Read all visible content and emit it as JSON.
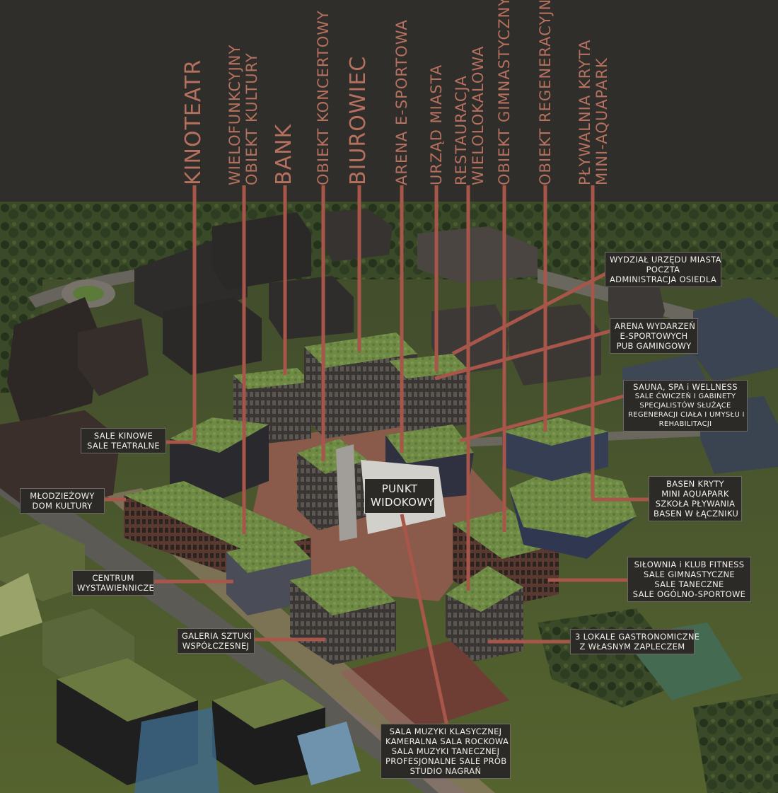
{
  "vertical_labels": [
    {
      "id": "kinoteatr",
      "lines": [
        "KINOTEATR"
      ],
      "size": "lg"
    },
    {
      "id": "wielofunkcyjny",
      "lines": [
        "WIELOFUNKCYJNY",
        "OBIEKT KULTURY"
      ],
      "size": "md"
    },
    {
      "id": "bank",
      "lines": [
        "BANK"
      ],
      "size": "lg"
    },
    {
      "id": "koncertowy",
      "lines": [
        "OBIEKT KONCERTOWY"
      ],
      "size": "md"
    },
    {
      "id": "biurowiec",
      "lines": [
        "BIUROWIEC"
      ],
      "size": "lg"
    },
    {
      "id": "esport",
      "lines": [
        "ARENA E-SPORTOWA"
      ],
      "size": "md"
    },
    {
      "id": "urzad",
      "lines": [
        "URZĄD MIASTA"
      ],
      "size": "md"
    },
    {
      "id": "restauracja",
      "lines": [
        "RESTAURACJA",
        "WIELOLOKALOWA"
      ],
      "size": "md"
    },
    {
      "id": "gimnastyczny",
      "lines": [
        "OBIEKT GIMNASTYCZNY"
      ],
      "size": "md"
    },
    {
      "id": "regeneracyjny",
      "lines": [
        "OBIEKT REGENERACYJNY"
      ],
      "size": "md"
    },
    {
      "id": "plywalnia",
      "lines": [
        "PŁYWALNIA KRYTA",
        "MINI-AQUAPARK"
      ],
      "size": "md"
    }
  ],
  "callouts": [
    {
      "id": "wydzial",
      "lines": [
        "WYDZIAŁ URZĘDU MIASTA",
        "POCZTA",
        "ADMINISTRACJA OSIEDLA"
      ]
    },
    {
      "id": "arena-wydarzen",
      "lines": [
        "ARENA WYDARZEŃ",
        "E-SPORTOWYCH",
        "PUB GAMINGOWY"
      ]
    },
    {
      "id": "sauna",
      "lines": [
        "SAUNA, SPA i WELLNESS",
        "SALE ĆWICZEŃ I GABINETY",
        "SPECJALISTÓW SŁUŻĄCE",
        "REGENERACJI CIAŁA I UMYSŁU I",
        "REHABILITACJI"
      ]
    },
    {
      "id": "basen",
      "lines": [
        "BASEN KRYTY",
        "MINI AQUAPARK",
        "SZKOŁA PŁYWANIA",
        "BASEN W ŁĄCZNIKU"
      ]
    },
    {
      "id": "silownia",
      "lines": [
        "SIŁOWNIA i KLUB FITNESS",
        "SALE GIMNASTYCZNE",
        "SALE TANECZNE",
        "SALE OGÓLNO-SPORTOWE"
      ]
    },
    {
      "id": "lokale",
      "lines": [
        "3 LOKALE GASTRONOMICZNE",
        "Z WŁASNYM ZAPLECZEM"
      ]
    },
    {
      "id": "sala-muzyki",
      "lines": [
        "SALA MUZYKI KLASYCZNEJ",
        "KAMERALNA SALA ROCKOWA",
        "SALA MUZYKI TANECZNEJ",
        "PROFESJONALNE SALE PRÓB",
        "STUDIO NAGRAŃ"
      ]
    },
    {
      "id": "galeria",
      "lines": [
        "GALERIA SZTUKI",
        "WSPÓŁCZESNEJ"
      ]
    },
    {
      "id": "centrum",
      "lines": [
        "CENTRUM",
        "WYSTAWIENNICZE"
      ]
    },
    {
      "id": "mlodziezowy",
      "lines": [
        "MŁODZIEŻOWY",
        "DOM KULTURY"
      ]
    },
    {
      "id": "sale-kinowe",
      "lines": [
        "SALE KINOWE",
        "SALE TEATRALNE"
      ]
    },
    {
      "id": "punkt",
      "lines": [
        "PUNKT",
        "WIDOKOWY"
      ]
    }
  ],
  "colors": {
    "header": "#2f2e2b",
    "leader": "#a8554a",
    "label_text": "#b5705e",
    "box_bg": "#2b2a27",
    "box_text": "#f2efe8",
    "roof_green": "#6f8a45",
    "ground": "#6b7a45",
    "plaza": "#8a5a4a",
    "tree": "#2c3a22"
  }
}
